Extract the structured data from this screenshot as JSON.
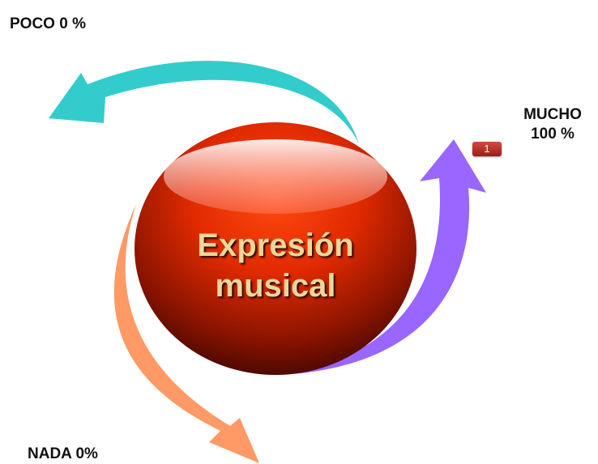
{
  "center": {
    "line1": "Expresión",
    "line2": "musical"
  },
  "labels": {
    "poco": "POCO 0 %",
    "nada": "NADA 0%",
    "mucho_line1": "MUCHO",
    "mucho_line2": "100 %"
  },
  "badge": "1",
  "colors": {
    "arrow_poco": "#33cccc",
    "arrow_nada": "#ff9966",
    "arrow_mucho": "#9966ff",
    "circle_light": "#ff3a0a",
    "circle_dark": "#4a0800",
    "text_gold": "#ecd79a",
    "badge": "#c0392b"
  }
}
